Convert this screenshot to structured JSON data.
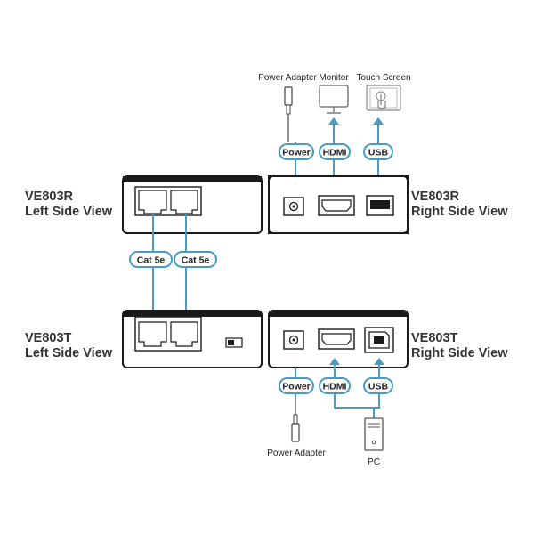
{
  "colors": {
    "connection": "#4a9bc4",
    "device_outline": "#1a1a1a",
    "label_text": "#333333"
  },
  "devices": {
    "receiver_left": {
      "model": "VE803R",
      "view": "Left Side View"
    },
    "receiver_right": {
      "model": "VE803R",
      "view": "Right Side View"
    },
    "transmitter_left": {
      "model": "VE803T",
      "view": "Left Side View"
    },
    "transmitter_right": {
      "model": "VE803T",
      "view": "Right Side View"
    }
  },
  "connections": {
    "cat5e_1": "Cat 5e",
    "cat5e_2": "Cat 5e",
    "receiver_power": "Power",
    "receiver_hdmi": "HDMI",
    "receiver_usb": "USB",
    "transmitter_power": "Power",
    "transmitter_hdmi": "HDMI",
    "transmitter_usb": "USB"
  },
  "peripherals": {
    "receiver_power_adapter": {
      "label": "Power Adapter",
      "icon": "power-adapter-icon"
    },
    "monitor": {
      "label": "Monitor",
      "icon": "monitor-icon"
    },
    "touch_screen": {
      "label": "Touch Screen",
      "icon": "touch-screen-icon"
    },
    "transmitter_power_adapter": {
      "label": "Power Adapter",
      "icon": "power-adapter-icon"
    },
    "pc": {
      "label": "PC",
      "icon": "pc-tower-icon"
    }
  }
}
